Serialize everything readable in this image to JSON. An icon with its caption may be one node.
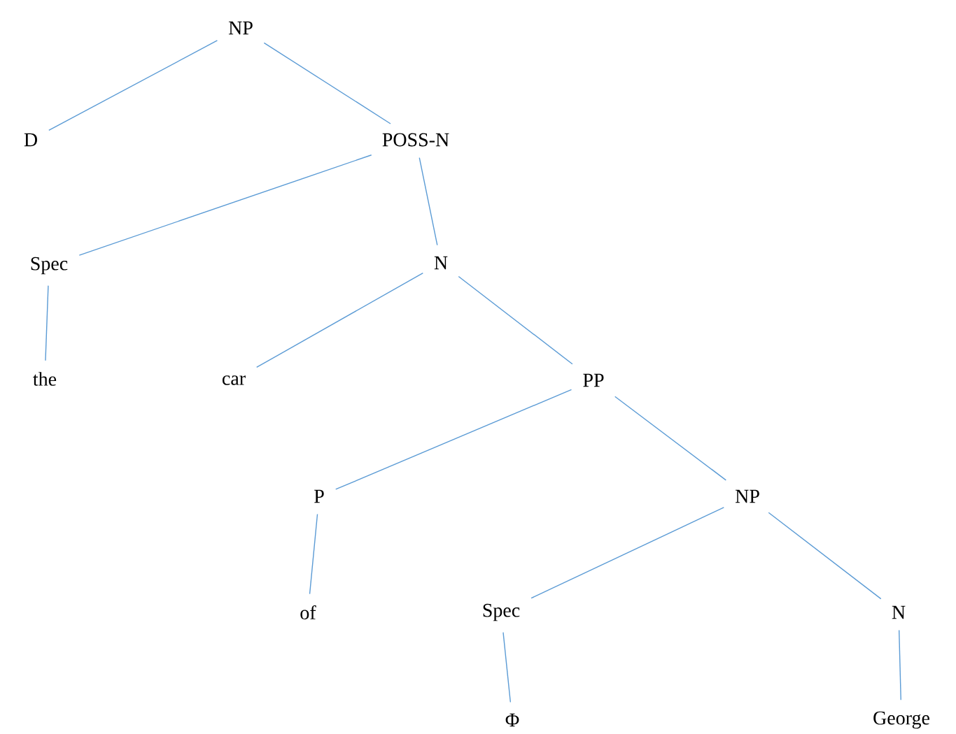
{
  "diagram": {
    "nodes": [
      {
        "text": [
          "NP"
        ]
      },
      {
        "text": [
          "D"
        ]
      },
      {
        "text": [
          "POSS-N"
        ]
      },
      {
        "text": [
          "Spec"
        ]
      },
      {
        "text": [
          "N"
        ]
      },
      {
        "text": [
          "the"
        ]
      },
      {
        "text": [
          "car"
        ]
      },
      {
        "text": [
          "PP"
        ]
      },
      {
        "text": [
          "P"
        ]
      },
      {
        "text": [
          "NP"
        ]
      },
      {
        "text": [
          "of"
        ]
      },
      {
        "text": [
          "Spec"
        ]
      },
      {
        "text": [
          "N"
        ]
      },
      {
        "text": [
          "Φ"
        ]
      },
      {
        "text": [
          "George"
        ]
      }
    ],
    "edges": [
      {
        "from": 0,
        "to": 1,
        "arrow": "none"
      },
      {
        "from": 0,
        "to": 2,
        "arrow": "none"
      },
      {
        "from": 2,
        "to": 3,
        "arrow": "none"
      },
      {
        "from": 2,
        "to": 4,
        "arrow": "none"
      },
      {
        "from": 3,
        "to": 5,
        "arrow": "none"
      },
      {
        "from": 4,
        "to": 6,
        "arrow": "none"
      },
      {
        "from": 4,
        "to": 7,
        "arrow": "none"
      },
      {
        "from": 7,
        "to": 8,
        "arrow": "none"
      },
      {
        "from": 7,
        "to": 9,
        "arrow": "none"
      },
      {
        "from": 8,
        "to": 10,
        "arrow": "none"
      },
      {
        "from": 9,
        "to": 11,
        "arrow": "none"
      },
      {
        "from": 9,
        "to": 12,
        "arrow": "none"
      },
      {
        "from": 11,
        "to": 13,
        "arrow": "none"
      },
      {
        "from": 12,
        "to": 14,
        "arrow": "none"
      }
    ]
  }
}
